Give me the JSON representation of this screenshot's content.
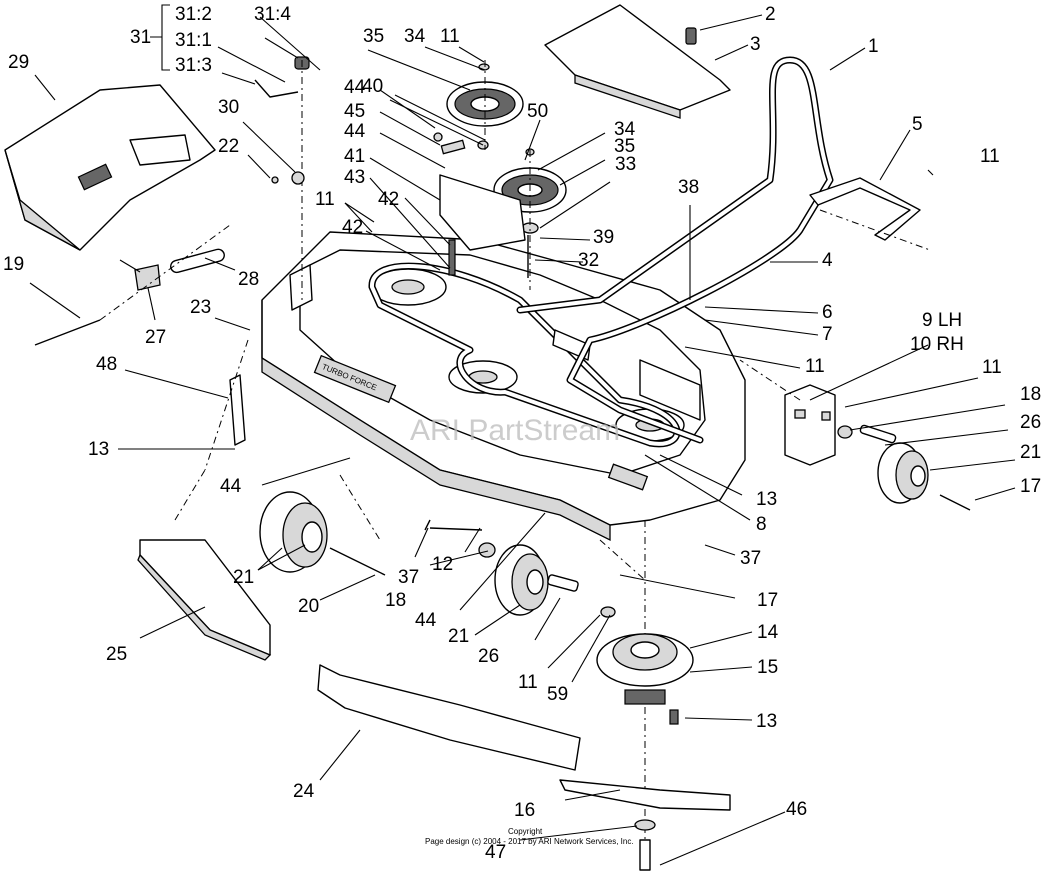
{
  "callouts": [
    {
      "id": "c1",
      "text": "1"
    },
    {
      "id": "c2",
      "text": "2"
    },
    {
      "id": "c3",
      "text": "3"
    },
    {
      "id": "c4",
      "text": "4"
    },
    {
      "id": "c5",
      "text": "5"
    },
    {
      "id": "c6",
      "text": "6"
    },
    {
      "id": "c7",
      "text": "7"
    },
    {
      "id": "c8",
      "text": "8"
    },
    {
      "id": "c9",
      "text": "9 LH"
    },
    {
      "id": "c10",
      "text": "10 RH"
    },
    {
      "id": "c11a",
      "text": "11"
    },
    {
      "id": "c11b",
      "text": "11"
    },
    {
      "id": "c11c",
      "text": "11"
    },
    {
      "id": "c11d",
      "text": "11"
    },
    {
      "id": "c11e",
      "text": "11"
    },
    {
      "id": "c11f",
      "text": "11"
    },
    {
      "id": "c12",
      "text": "12"
    },
    {
      "id": "c13a",
      "text": "13"
    },
    {
      "id": "c13b",
      "text": "13"
    },
    {
      "id": "c13c",
      "text": "13"
    },
    {
      "id": "c14",
      "text": "14"
    },
    {
      "id": "c15",
      "text": "15"
    },
    {
      "id": "c16",
      "text": "16"
    },
    {
      "id": "c17a",
      "text": "17"
    },
    {
      "id": "c17b",
      "text": "17"
    },
    {
      "id": "c18a",
      "text": "18"
    },
    {
      "id": "c18b",
      "text": "18"
    },
    {
      "id": "c19",
      "text": "19"
    },
    {
      "id": "c20",
      "text": "20"
    },
    {
      "id": "c21a",
      "text": "21"
    },
    {
      "id": "c21b",
      "text": "21"
    },
    {
      "id": "c21c",
      "text": "21"
    },
    {
      "id": "c22",
      "text": "22"
    },
    {
      "id": "c23",
      "text": "23"
    },
    {
      "id": "c24",
      "text": "24"
    },
    {
      "id": "c25",
      "text": "25"
    },
    {
      "id": "c26a",
      "text": "26"
    },
    {
      "id": "c26b",
      "text": "26"
    },
    {
      "id": "c27",
      "text": "27"
    },
    {
      "id": "c28",
      "text": "28"
    },
    {
      "id": "c29",
      "text": "29"
    },
    {
      "id": "c30",
      "text": "30"
    },
    {
      "id": "c31",
      "text": "31"
    },
    {
      "id": "c31_1",
      "text": "31:1"
    },
    {
      "id": "c31_2",
      "text": "31:2"
    },
    {
      "id": "c31_3",
      "text": "31:3"
    },
    {
      "id": "c31_4",
      "text": "31:4"
    },
    {
      "id": "c32",
      "text": "32"
    },
    {
      "id": "c33",
      "text": "33"
    },
    {
      "id": "c34a",
      "text": "34"
    },
    {
      "id": "c34b",
      "text": "34"
    },
    {
      "id": "c35a",
      "text": "35"
    },
    {
      "id": "c35b",
      "text": "35"
    },
    {
      "id": "c37a",
      "text": "37"
    },
    {
      "id": "c37b",
      "text": "37"
    },
    {
      "id": "c38",
      "text": "38"
    },
    {
      "id": "c39",
      "text": "39"
    },
    {
      "id": "c40",
      "text": "40"
    },
    {
      "id": "c41",
      "text": "41"
    },
    {
      "id": "c42a",
      "text": "42"
    },
    {
      "id": "c42b",
      "text": "42"
    },
    {
      "id": "c43",
      "text": "43"
    },
    {
      "id": "c44a",
      "text": "44"
    },
    {
      "id": "c44b",
      "text": "44"
    },
    {
      "id": "c44c",
      "text": "44"
    },
    {
      "id": "c44d",
      "text": "44"
    },
    {
      "id": "c45",
      "text": "45"
    },
    {
      "id": "c46",
      "text": "46"
    },
    {
      "id": "c47",
      "text": "47"
    },
    {
      "id": "c48",
      "text": "48"
    },
    {
      "id": "c50",
      "text": "50"
    },
    {
      "id": "c59",
      "text": "59"
    }
  ],
  "watermark": "ARI PartStream",
  "decal_text": "TURBO FORCE",
  "copyright_line1": "Copyright",
  "copyright_line2": "Page design (c) 2004 - 2017 by ARI Network Services, Inc."
}
